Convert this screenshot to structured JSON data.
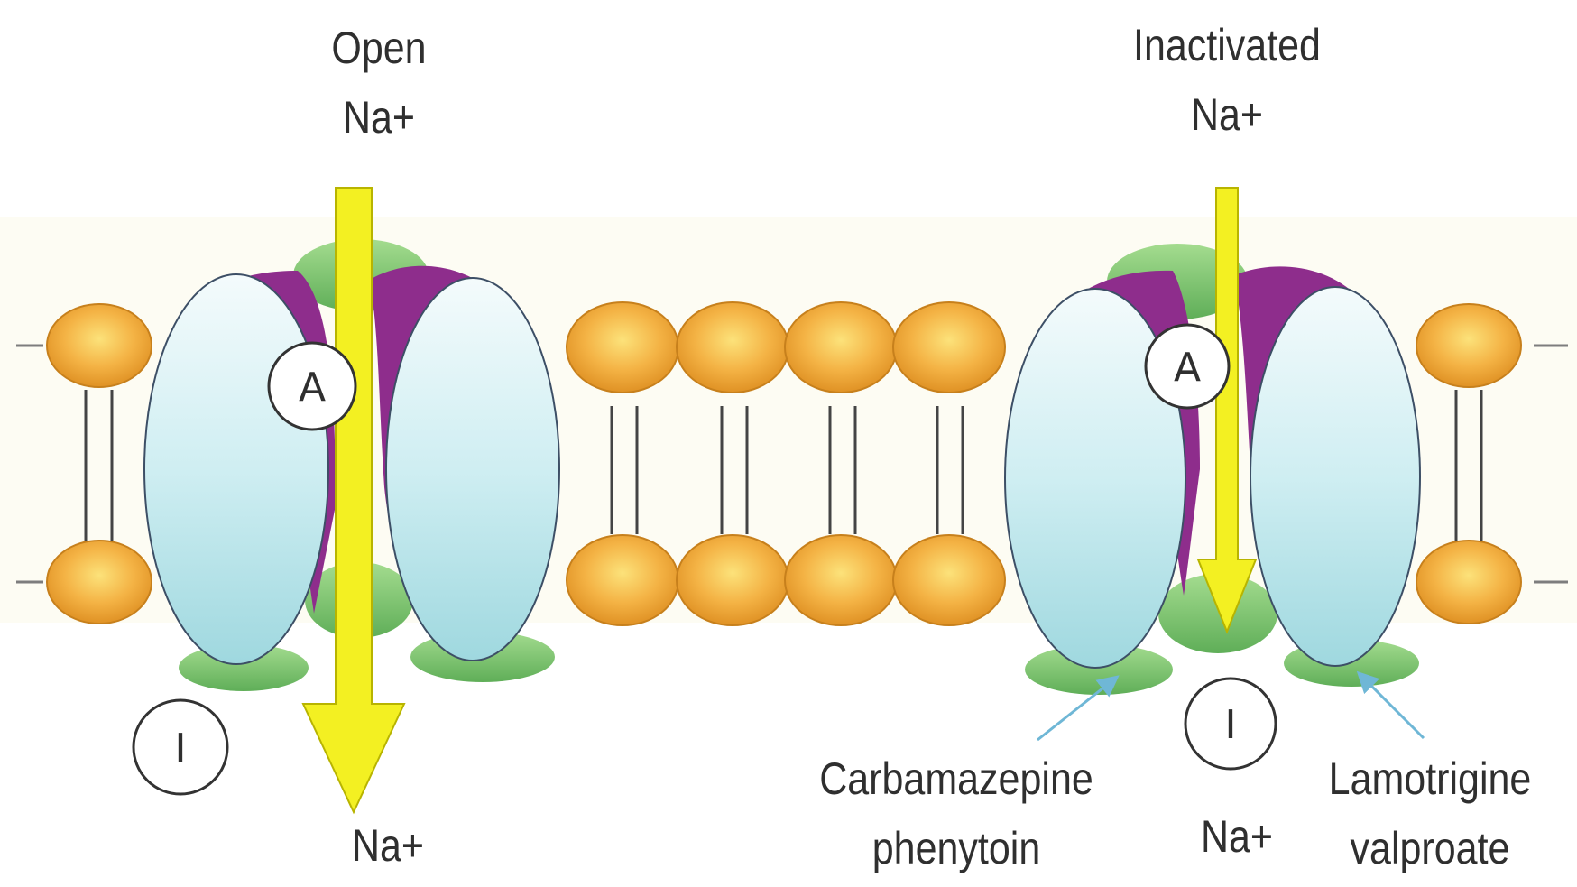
{
  "labels": {
    "open_state": "Open",
    "inactivated_state": "Inactivated",
    "na_top_left": "Na+",
    "na_top_right": "Na+",
    "na_bottom_left": "Na+",
    "na_bottom_right": "Na+",
    "gate_a": "A",
    "gate_i": "I",
    "drug_1_line1": "Carbamazepine",
    "drug_1_line2": "phenytoin",
    "drug_2_line1": "Lamotrigine",
    "drug_2_line2": "valproate"
  },
  "colors": {
    "lipid_head": "#f2a93b",
    "protein": "#c8ebee",
    "purple_subunit": "#8e2d8c",
    "green_subunit": "#7cc46e",
    "arrow": "#f3f022",
    "pointer": "#6fb7d6"
  }
}
